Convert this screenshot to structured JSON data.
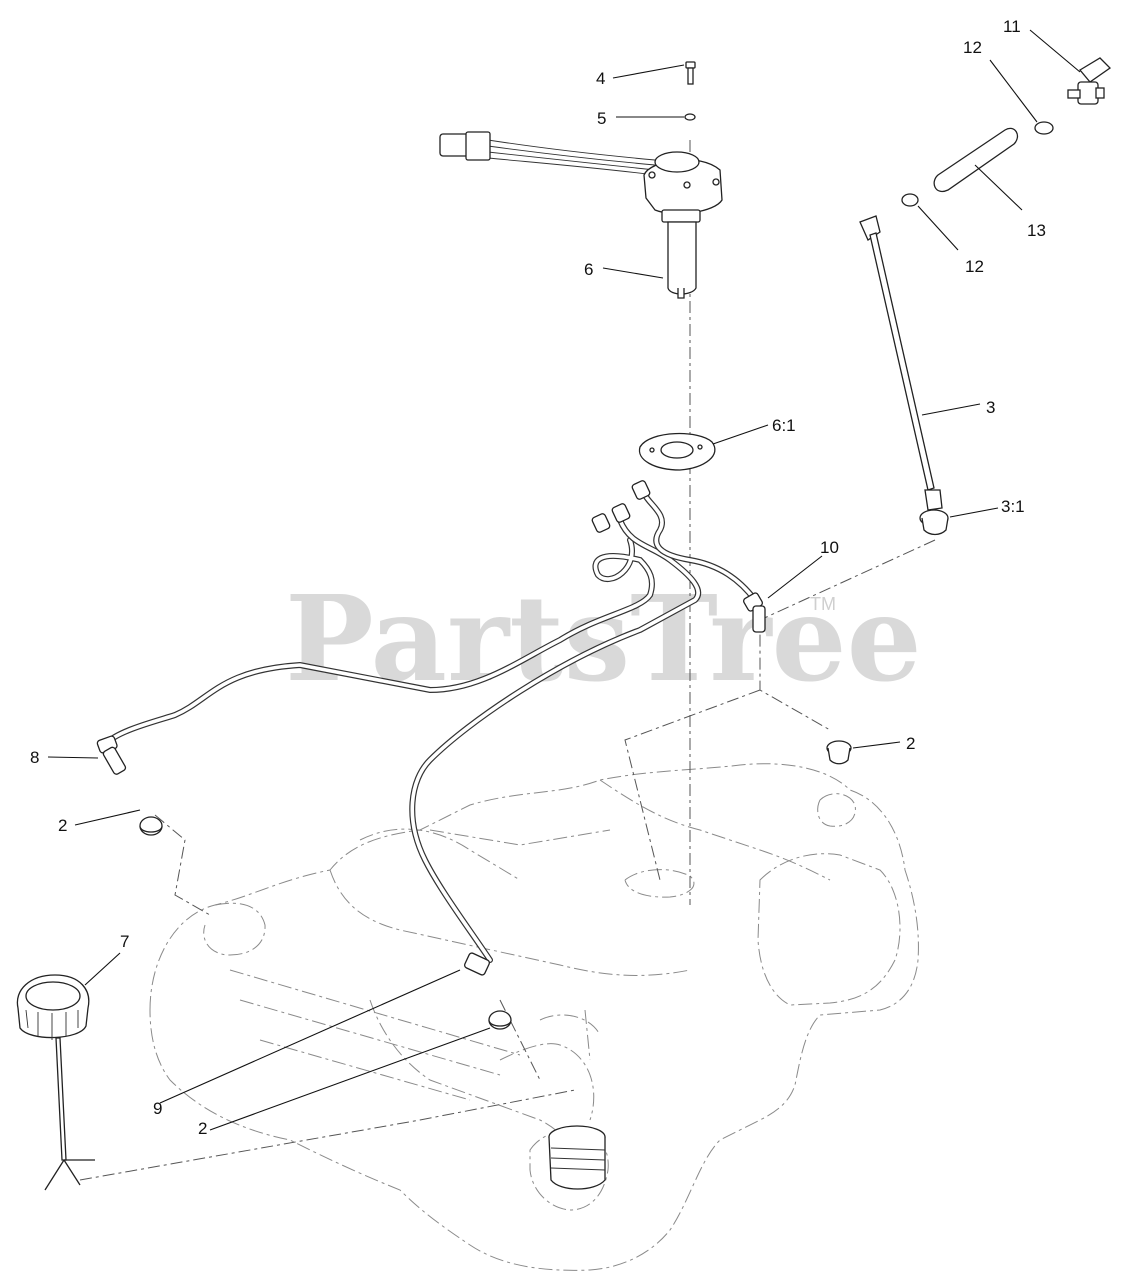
{
  "watermark": {
    "text": "PartsTree",
    "trademark": "TM"
  },
  "callouts": [
    {
      "id": "c4",
      "label": "4"
    },
    {
      "id": "c5",
      "label": "5"
    },
    {
      "id": "c6",
      "label": "6"
    },
    {
      "id": "c61",
      "label": "6:1"
    },
    {
      "id": "c11",
      "label": "11"
    },
    {
      "id": "c12a",
      "label": "12"
    },
    {
      "id": "c12b",
      "label": "12"
    },
    {
      "id": "c13",
      "label": "13"
    },
    {
      "id": "c3",
      "label": "3"
    },
    {
      "id": "c31",
      "label": "3:1"
    },
    {
      "id": "c10",
      "label": "10"
    },
    {
      "id": "c2a",
      "label": "2"
    },
    {
      "id": "c8",
      "label": "8"
    },
    {
      "id": "c2b",
      "label": "2"
    },
    {
      "id": "c7",
      "label": "7"
    },
    {
      "id": "c9",
      "label": "9"
    },
    {
      "id": "c2c",
      "label": "2"
    }
  ]
}
